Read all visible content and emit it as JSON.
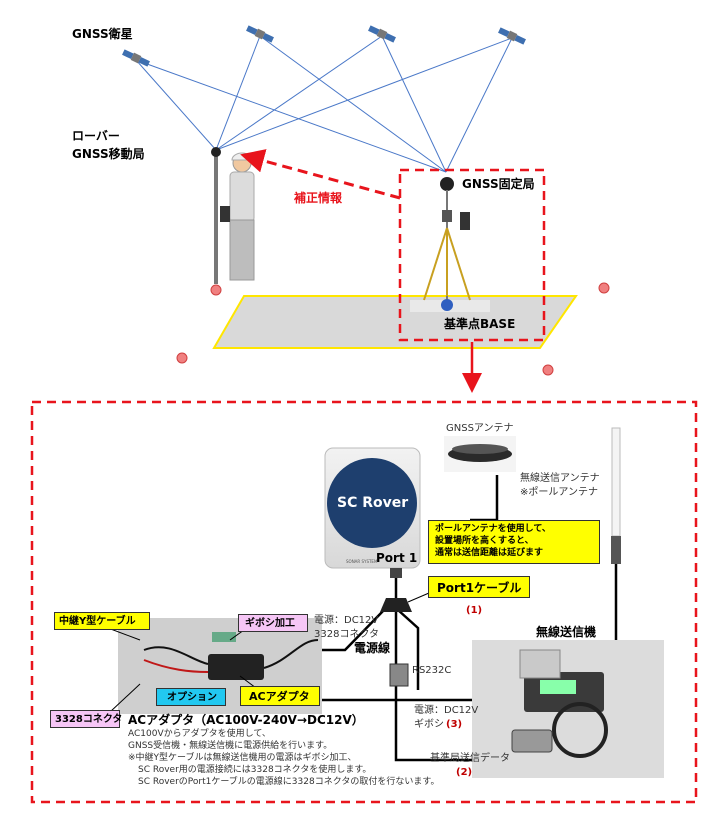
{
  "top": {
    "satellites_label": "GNSS衛星",
    "rover_label_1": "ローバー",
    "rover_label_2": "GNSS移動局",
    "correction_label": "補正情報",
    "base_station_label": "GNSS固定局",
    "base_point_label": "基準点BASE"
  },
  "device": {
    "title": "SC Rover",
    "port_label": "Port 1",
    "small_text": "SONAR  SYSTEM"
  },
  "labels": {
    "gnss_antenna": "GNSSアンテナ",
    "radio_antenna_1": "無線送信アンテナ",
    "radio_antenna_2": "※ポールアンテナ",
    "pole_note_1": "ポールアンテナを使用して、",
    "pole_note_2": "設置場所を高くすると、",
    "pole_note_3": "通常は送信距離は延びます",
    "port1_cable": "Port1ケーブル",
    "num1": "(1)",
    "power_dc12v_1": "電源：DC12V",
    "connector_3328": "3328コネクタ",
    "power_line": "電源線",
    "radio_transmitter": "無線送信機",
    "rs232c": "RS232C",
    "relay_cable": "中継Y型ケーブル",
    "gibosi": "ギボシ加工",
    "option": "オプション",
    "ac_adapter": "ACアダプタ",
    "connector_3328_box": "3328コネクタ",
    "power_dc12v_2": "電源：DC12V",
    "gibosi_2": "ギボシ",
    "num3": "(3)",
    "base_data": "基準局送信データ",
    "num2": "(2)"
  },
  "ac_description": {
    "heading": "ACアダプタ（AC100V-240V→DC12V）",
    "line1": "AC100Vからアダプタを使用して、",
    "line2": "GNSS受信機・無線送信機に電源供給を行います。",
    "line3": "※中継Y型ケーブルは無線送信機用の電源はギボシ加工、",
    "line4": "SC Rover用の電源接続には3328コネクタを使用します。",
    "line5": "SC RoverのPort1ケーブルの電源線に3328コネクタの取付を行ないます。"
  },
  "colors": {
    "dashed_red": "#e8141c",
    "satellite_line": "#4a78c8",
    "callout_yellow": "#ffff00",
    "callout_pink": "#f6c6f6",
    "callout_cyan": "#22c8f0",
    "number_red": "#c00000",
    "device_blue": "#1e3f6e"
  },
  "icons": {
    "satellite": "satellite-icon",
    "antenna": "gnss-antenna-icon",
    "arrow": "arrow-down-icon"
  }
}
